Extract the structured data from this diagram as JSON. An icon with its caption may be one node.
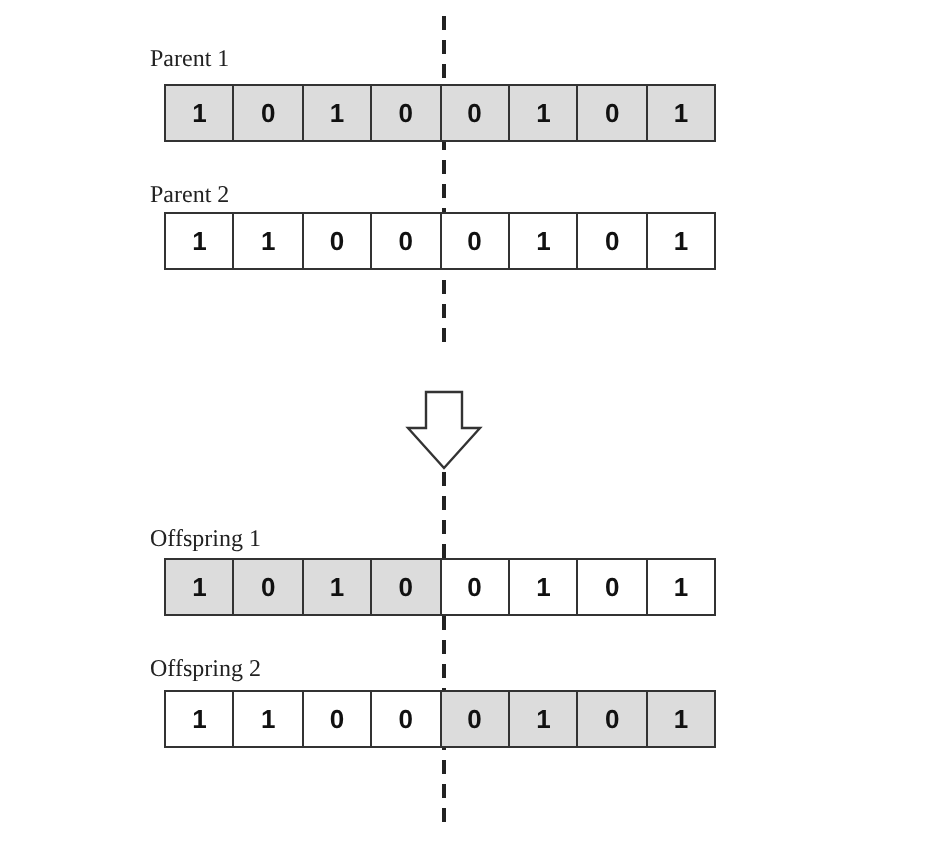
{
  "diagram": {
    "labels": [
      "Parent 1",
      "1",
      "0",
      "1",
      "0",
      "0",
      "1",
      "0",
      "1",
      "Parent 2",
      "1",
      "1",
      "0",
      "0",
      "0",
      "1",
      "0",
      "1",
      "Offspring 1",
      "1",
      "0",
      "1",
      "0",
      "0",
      "1",
      "0",
      "1",
      "Offspring 2",
      "1",
      "1",
      "0",
      "0",
      "0",
      "1",
      "0",
      "1"
    ]
  }
}
